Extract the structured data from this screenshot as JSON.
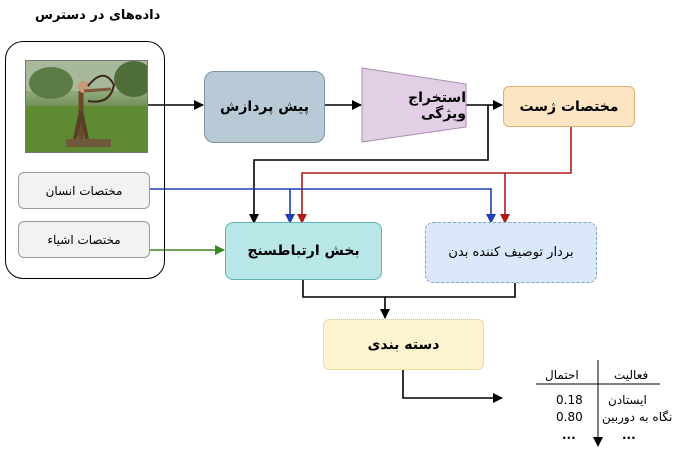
{
  "title": "داده‌های در دسترس",
  "photo": {
    "alt": "archer-photo"
  },
  "inputs": {
    "human_coords": "مختصات انسان",
    "object_coords": "مختصات اشیاء"
  },
  "blocks": {
    "preprocess": "پیش پردازش",
    "feature_extraction": "استخراج ویژگی",
    "pose_coords": "مختصات ژست",
    "correlation": "بخش ارتباطسنج",
    "body_descriptor": "بردار توصیف کننده بدن",
    "classification": "دسته بندی"
  },
  "output_table": {
    "col_activity": "فعالیت",
    "col_prob": "احتمال",
    "rows": [
      {
        "activity": "ایستادن",
        "prob": "0.18"
      },
      {
        "activity": "نگاه به دوربین",
        "prob": "0.80"
      },
      {
        "activity": "...",
        "prob": "..."
      }
    ]
  },
  "colors": {
    "preprocess_fill": "#b8cad6",
    "feature_fill": "#e2cfe6",
    "pose_fill": "#fde5c3",
    "correlation_fill": "#b9e6e6",
    "descriptor_fill": "#dbe8fa",
    "classify_fill": "#fdf3cf",
    "blue_arrow": "#1f3fb4",
    "red_arrow": "#b01a1a",
    "green_arrow": "#3a8a1f"
  }
}
